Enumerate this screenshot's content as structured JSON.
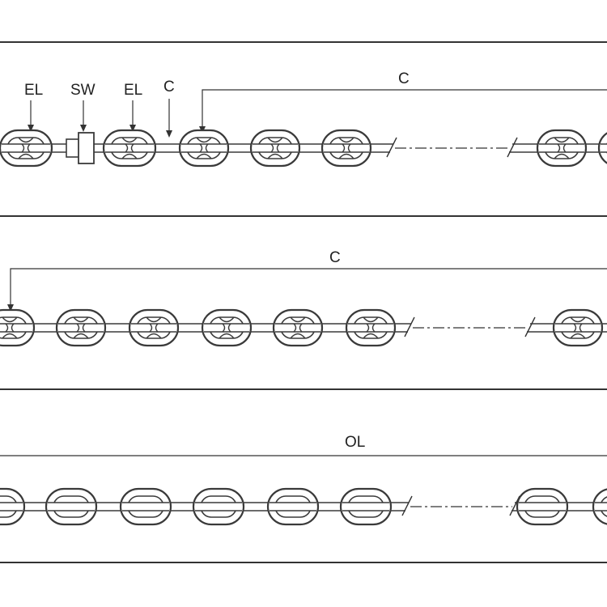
{
  "panel1": {
    "labels": {
      "el_1": "EL",
      "sw": "SW",
      "el_2": "EL",
      "c_small": "C",
      "c_dim": "C"
    }
  },
  "panel2": {
    "labels": {
      "c_dim": "C"
    }
  },
  "panel3": {
    "labels": {
      "ol_dim": "OL"
    }
  },
  "colors": {
    "line": "#333333",
    "fill": "#ffffff"
  }
}
